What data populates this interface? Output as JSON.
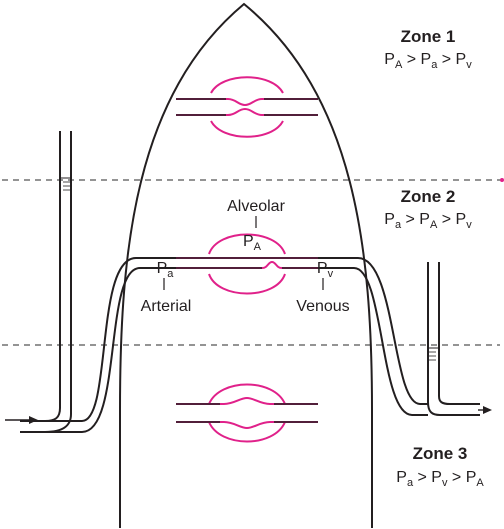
{
  "colors": {
    "ink": "#231f20",
    "magenta": "#e0218a",
    "dashed": "#555555",
    "edge_accent": "#e0218a"
  },
  "zones": [
    {
      "title": "Zone 1",
      "eq": [
        {
          "t": "P"
        },
        {
          "t": "A",
          "sub": true
        },
        {
          "t": " > P"
        },
        {
          "t": "a",
          "sub": true
        },
        {
          "t": " > P"
        },
        {
          "t": "v",
          "sub": true
        }
      ]
    },
    {
      "title": "Zone 2",
      "eq": [
        {
          "t": "P"
        },
        {
          "t": "a",
          "sub": true
        },
        {
          "t": " > P"
        },
        {
          "t": "A",
          "sub": true
        },
        {
          "t": " > P"
        },
        {
          "t": "v",
          "sub": true
        }
      ]
    },
    {
      "title": "Zone 3",
      "eq": [
        {
          "t": "P"
        },
        {
          "t": "a",
          "sub": true
        },
        {
          "t": " > P"
        },
        {
          "t": "v",
          "sub": true
        },
        {
          "t": " > P"
        },
        {
          "t": "A",
          "sub": true
        }
      ]
    }
  ],
  "labels": {
    "alveolar": "Alveolar",
    "pa_alveolar": [
      {
        "t": "P"
      },
      {
        "t": "A",
        "sub": true
      }
    ],
    "pa_arterial": [
      {
        "t": "P"
      },
      {
        "t": "a",
        "sub": true
      }
    ],
    "pv_venous": [
      {
        "t": "P"
      },
      {
        "t": "v",
        "sub": true
      }
    ],
    "arterial": "Arterial",
    "venous": "Venous"
  }
}
